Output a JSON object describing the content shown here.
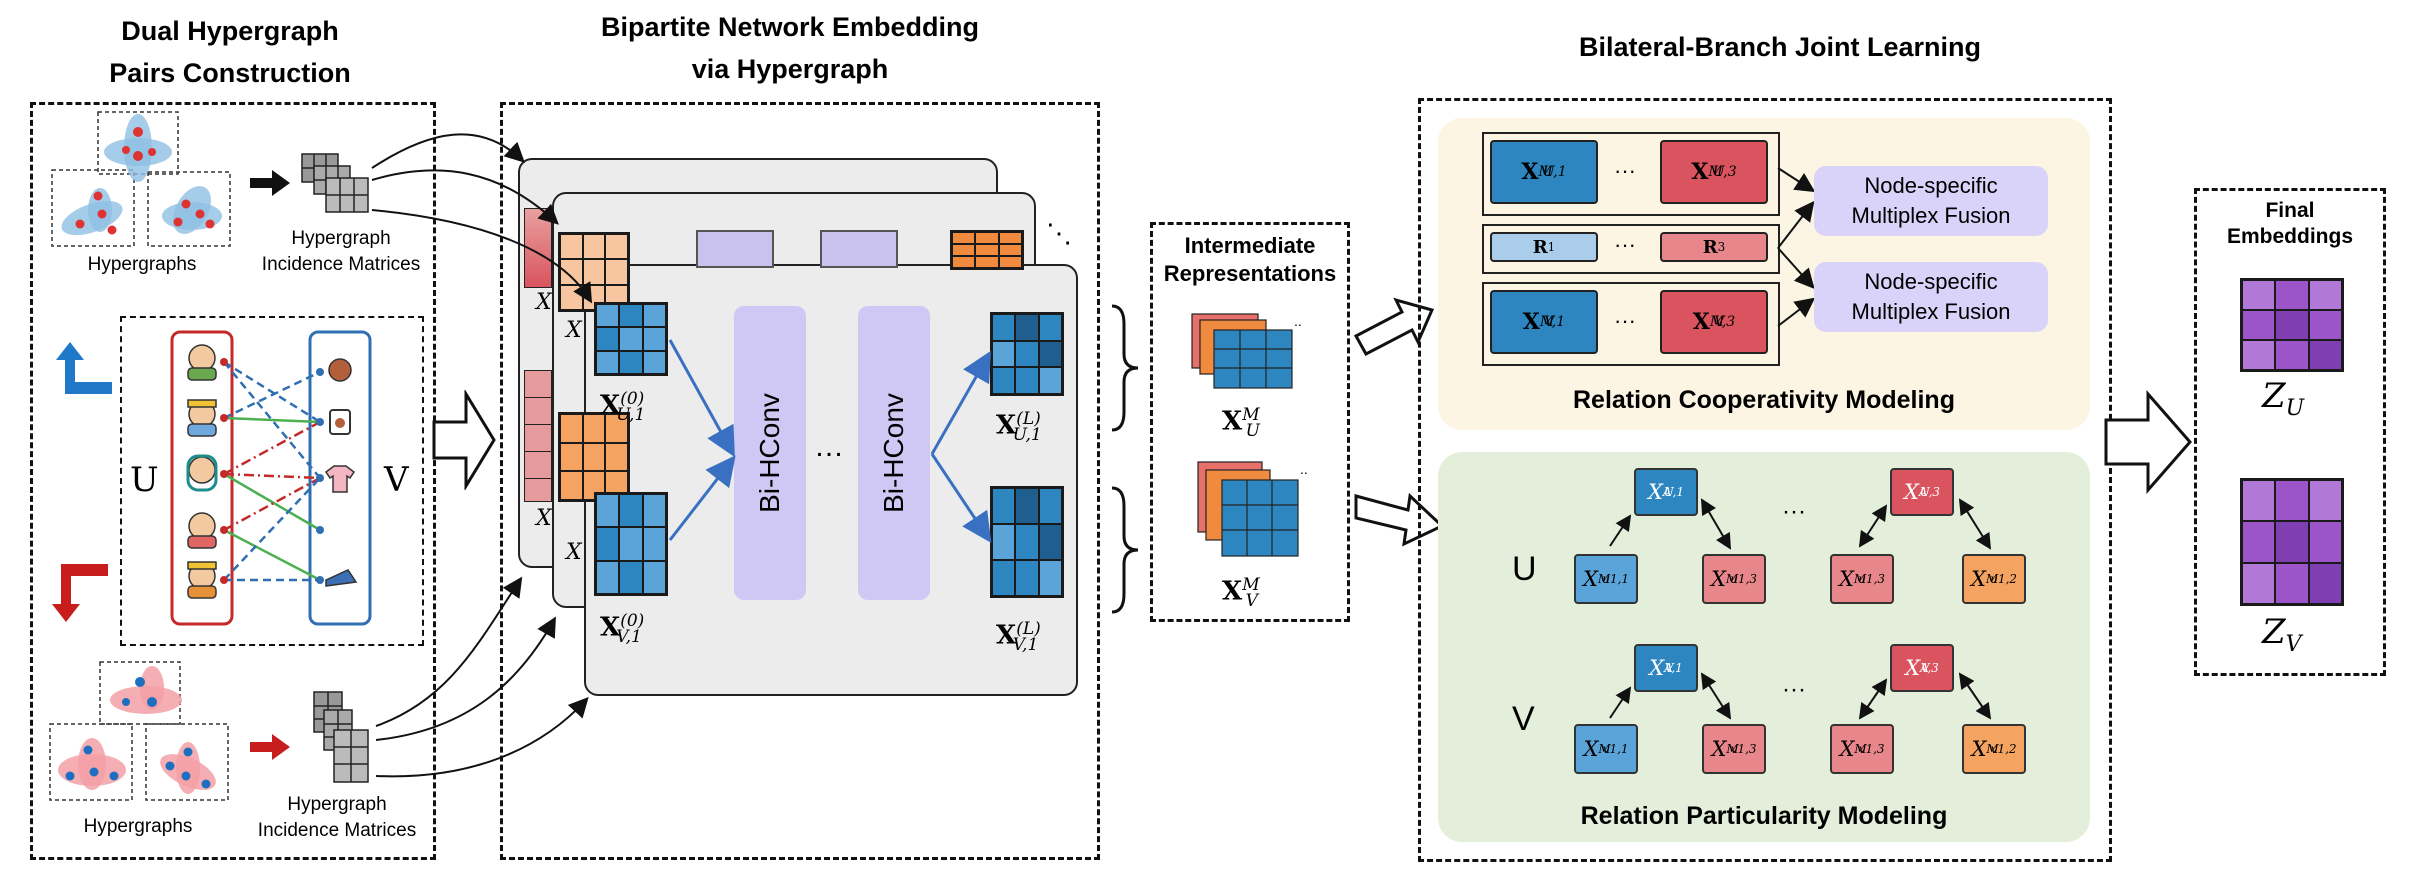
{
  "titles": {
    "dual_line1": "Dual Hypergraph",
    "dual_line2": "Pairs Construction",
    "bne_line1": "Bipartite Network Embedding",
    "bne_line2": "via Hypergraph",
    "bilateral": "Bilateral-Branch Joint Learning"
  },
  "left": {
    "hypergraphs_top": "Hypergraphs",
    "incidence_top_1": "Hypergraph",
    "incidence_top_2": "Incidence Matrices",
    "hypergraphs_bottom": "Hypergraphs",
    "incidence_bottom_1": "Hypergraph",
    "incidence_bottom_2": "Incidence Matrices",
    "u_label": "U",
    "v_label": "V"
  },
  "embedding": {
    "conv1": "Bi-HConv",
    "conv2": "Bi-HConv",
    "dots": "…",
    "xu0": {
      "base": "X",
      "sup": "(0)",
      "sub": "U,1"
    },
    "xv0": {
      "base": "X",
      "sup": "(0)",
      "sub": "V,1"
    },
    "xuL": {
      "base": "X",
      "sup": "(L)",
      "sub": "U,1"
    },
    "xvL": {
      "base": "X",
      "sup": "(L)",
      "sub": "V,1"
    },
    "ghost_x": "X"
  },
  "intermediate": {
    "title_1": "Intermediate",
    "title_2": "Representations",
    "xu": {
      "base": "X",
      "sup": "M",
      "sub": "U"
    },
    "xv": {
      "base": "X",
      "sup": "M",
      "sub": "V"
    }
  },
  "cooperativity": {
    "label": "Relation Cooperativity Modeling",
    "xu1": "X",
    "xu1_sup": "M",
    "xu1_sub": "U,1",
    "xu3": "X",
    "xu3_sup": "M",
    "xu3_sub": "U,3",
    "r1": "R",
    "r1_sub": "1",
    "r3": "R",
    "r3_sub": "3",
    "xv1": "X",
    "xv1_sup": "M",
    "xv1_sub": "V,1",
    "xv3": "X",
    "xv3_sup": "M",
    "xv3_sub": "V,3",
    "dots": "···",
    "fusion1_line1": "Node-specific",
    "fusion1_line2": "Multiplex Fusion",
    "fusion2_line1": "Node-specific",
    "fusion2_line2": "Multiplex Fusion"
  },
  "particularity": {
    "label": "Relation Particularity Modeling",
    "u": "U",
    "v": "V",
    "dots": "···",
    "u_row": [
      {
        "base": "X",
        "sup": "A",
        "sub": "U,1"
      },
      {
        "base": "X",
        "sup": "A",
        "sub": "U,3"
      },
      {
        "base": "X",
        "sup": "M",
        "sub": "u1,1"
      },
      {
        "base": "X",
        "sup": "M",
        "sub": "u1,3"
      },
      {
        "base": "X",
        "sup": "M",
        "sub": "u1,3"
      },
      {
        "base": "X",
        "sup": "M",
        "sub": "u1,2"
      }
    ],
    "v_row": [
      {
        "base": "X",
        "sup": "A",
        "sub": "V,1"
      },
      {
        "base": "X",
        "sup": "A",
        "sub": "V,3"
      },
      {
        "base": "X",
        "sup": "M",
        "sub": "v1,1"
      },
      {
        "base": "X",
        "sup": "M",
        "sub": "v1,3"
      },
      {
        "base": "X",
        "sup": "M",
        "sub": "v1,3"
      },
      {
        "base": "X",
        "sup": "M",
        "sub": "v1,2"
      }
    ]
  },
  "final": {
    "title_1": "Final",
    "title_2": "Embeddings",
    "zu": "Z",
    "zu_sub": "U",
    "zv": "Z",
    "zv_sub": "V"
  },
  "colors": {
    "blue": "#2e86c1",
    "light_blue": "#9ec9ea",
    "red": "#d9545e",
    "light_red": "#f0b5b3",
    "orange": "#f4a460",
    "purple": "#9b55c9",
    "lavender": "#cfc8f4",
    "cream": "#fdf6e3",
    "mint": "#e3f0dc"
  }
}
